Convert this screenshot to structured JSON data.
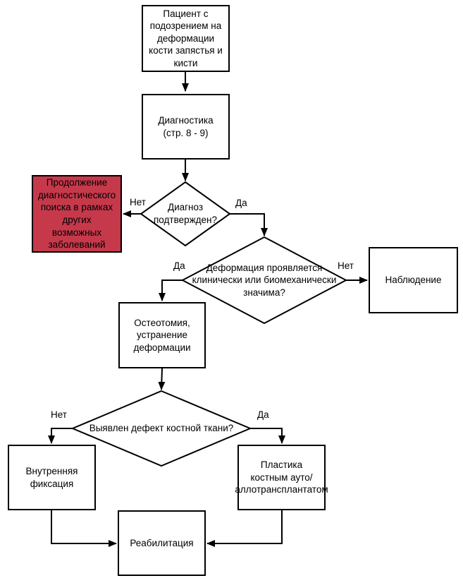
{
  "colors": {
    "alert_fill": "#c6394b",
    "node_fill": "#ffffff",
    "line_color": "#000000"
  },
  "flowchart": {
    "nodes": {
      "start": {
        "label": "Пациент с\nподозрением на\nдеформации\nкости запястья и\nкисти"
      },
      "diagnostics": {
        "label": "Диагностика\n(стр. 8 - 9)"
      },
      "continue_search": {
        "label": "Продолжение\nдиагностического\nпоиска в рамках\nдругих\nвозможных\nзаболеваний"
      },
      "diagnosis_confirmed": {
        "label": "Диагноз\nподтвержден?"
      },
      "deformity_significant": {
        "label": "Деформация проявляется\nклинически или биомеханически\nзначима?"
      },
      "observation": {
        "label": "Наблюдение"
      },
      "osteotomy": {
        "label": "Остеотомия,\nустранение\nдеформации"
      },
      "bone_defect": {
        "label": "Выявлен дефект костной ткани?"
      },
      "internal_fixation": {
        "label": "Внутренняя\nфиксация"
      },
      "bone_grafting": {
        "label": "Пластика\nкостным ауто/\nаллотрансплантатом"
      },
      "rehabilitation": {
        "label": "Реабилитация"
      }
    },
    "edge_labels": {
      "diagnosis_no": "Нет",
      "diagnosis_yes": "Да",
      "significant_yes": "Да",
      "significant_no": "Нет",
      "defect_no": "Нет",
      "defect_yes": "Да"
    }
  }
}
